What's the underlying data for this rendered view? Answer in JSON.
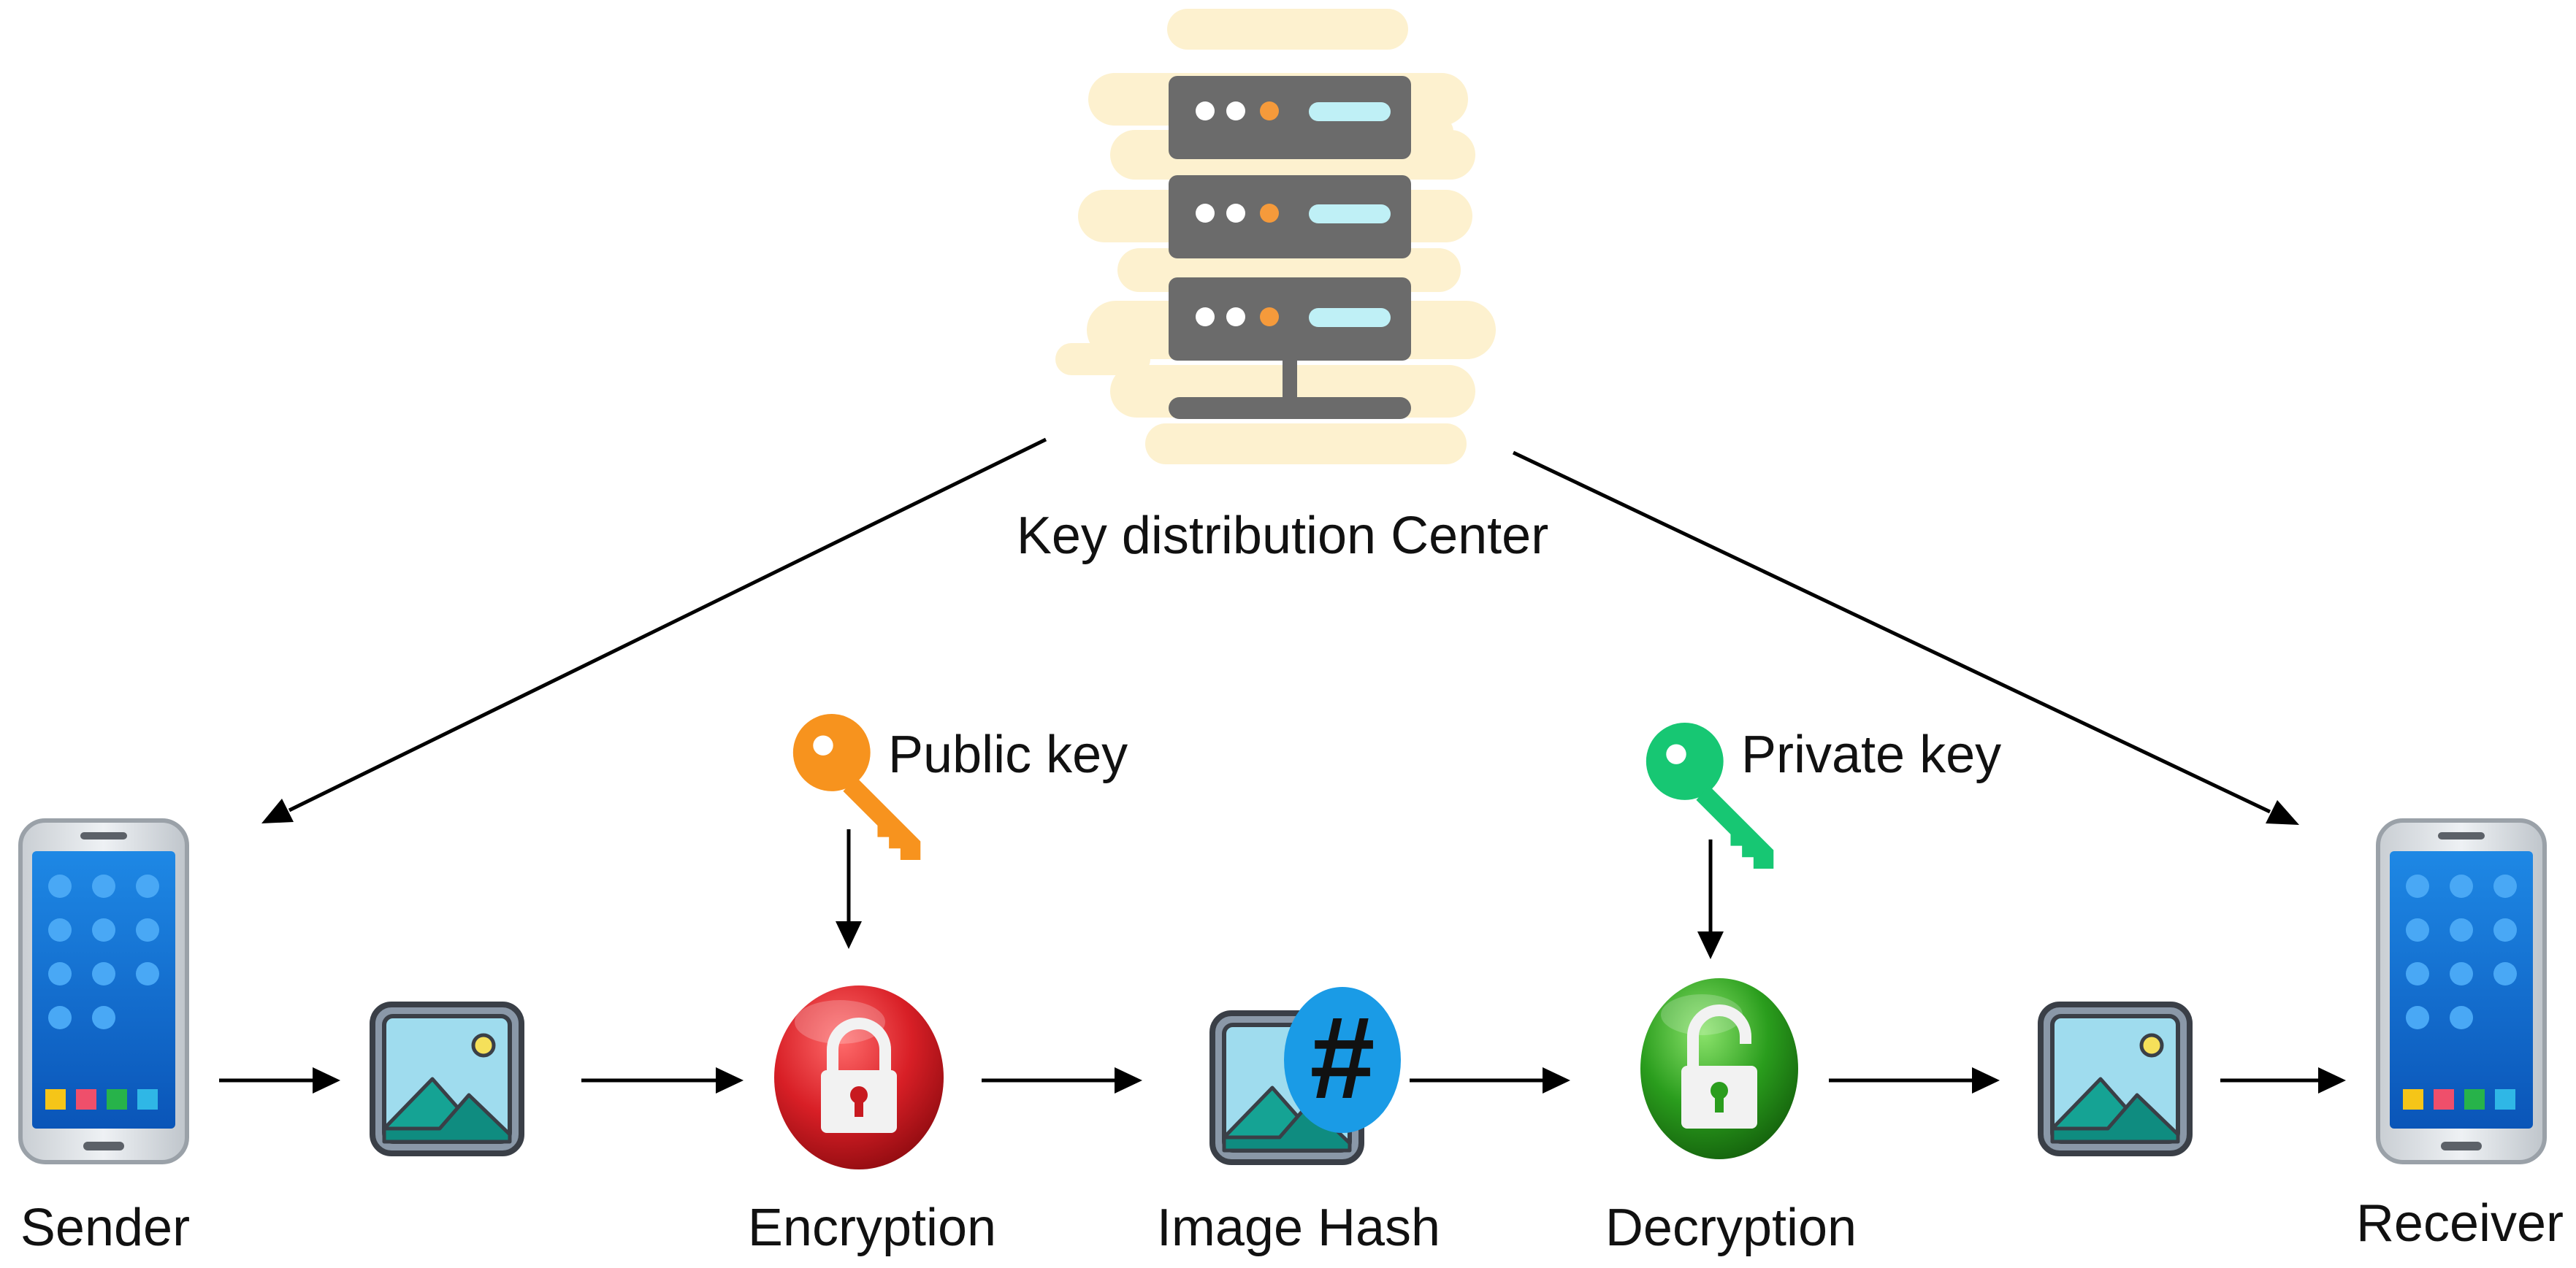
{
  "diagram": {
    "labels": {
      "kdc": "Key distribution Center",
      "sender": "Sender",
      "receiver": "Receiver",
      "encryption": "Encryption",
      "image_hash": "Image Hash",
      "decryption": "Decryption",
      "public_key": "Public key",
      "private_key": "Private key",
      "hash_symbol": "#"
    },
    "flow": [
      "Sender",
      "Image",
      "Encryption",
      "Image Hash",
      "Decryption",
      "Image",
      "Receiver"
    ],
    "icons": [
      "server-icon",
      "phone-icon",
      "image-icon",
      "red-lock-icon",
      "hash-image-icon",
      "green-unlock-icon",
      "orange-key-icon",
      "green-key-icon"
    ],
    "colors": {
      "server_glow": "#fdf1cf",
      "server_body": "#6b6b6b",
      "phone_screen": "#0d6fd6",
      "image_sky": "#8fd3ea",
      "image_mountain": "#1aa89b",
      "lock_red": "#d81f26",
      "unlock_green": "#2a9d1d",
      "public_key": "#f7931e",
      "private_key": "#17c773",
      "hash_bg": "#1a9be6"
    }
  }
}
